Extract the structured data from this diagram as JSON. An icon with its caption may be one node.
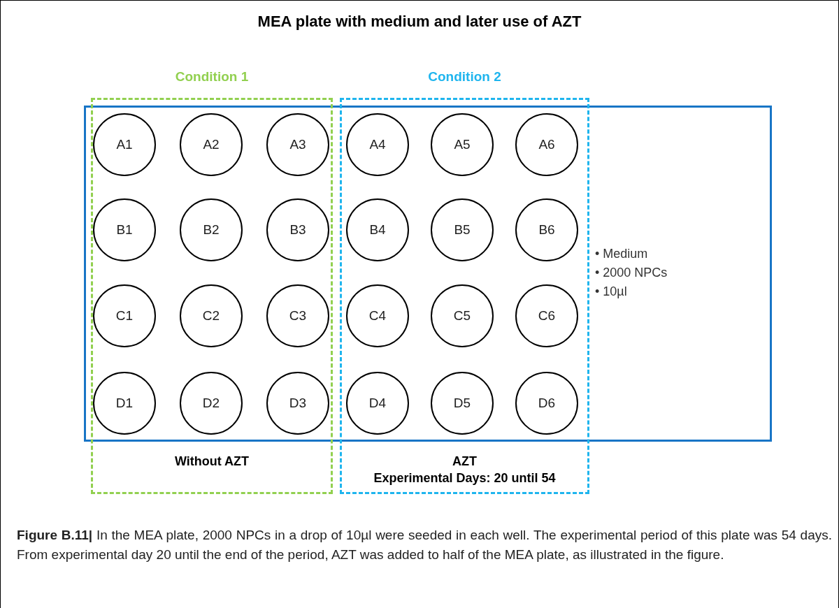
{
  "diagram": {
    "title": "MEA plate with medium and later use of AZT",
    "caption": "**Figure B.11|** In the MEA plate, 2000 NPCs in a drop of 10µl were seeded in each well. The experimental period of this plate was 54 days. From experimental day 20 until the end of the period, AZT was added to half of the MEA plate, as illustrated in the figure.",
    "nodes": [
      {
        "text": [
          "Condition 1",
          "Without AZT"
        ]
      },
      {
        "text": [
          "Condition 2",
          "AZT",
          "Experimental Days: 20 until 54"
        ]
      },
      {
        "text": [
          "• Medium",
          "• 2000 NPCs",
          "• 10µl"
        ]
      },
      {
        "text": [
          "A1"
        ],
        "in": 0
      },
      {
        "text": [
          "A2"
        ],
        "in": 0
      },
      {
        "text": [
          "A3"
        ],
        "in": 0
      },
      {
        "text": [
          "A4"
        ],
        "in": 1
      },
      {
        "text": [
          "A5"
        ],
        "in": 1
      },
      {
        "text": [
          "A6"
        ],
        "in": 1
      },
      {
        "text": [
          "B1"
        ],
        "in": 0
      },
      {
        "text": [
          "B2"
        ],
        "in": 0
      },
      {
        "text": [
          "B3"
        ],
        "in": 0
      },
      {
        "text": [
          "B4"
        ],
        "in": 1
      },
      {
        "text": [
          "B5"
        ],
        "in": 1
      },
      {
        "text": [
          "B6"
        ],
        "in": 1
      },
      {
        "text": [
          "C1"
        ],
        "in": 0
      },
      {
        "text": [
          "C2"
        ],
        "in": 0
      },
      {
        "text": [
          "C3"
        ],
        "in": 0
      },
      {
        "text": [
          "C4"
        ],
        "in": 1
      },
      {
        "text": [
          "C5"
        ],
        "in": 1
      },
      {
        "text": [
          "C6"
        ],
        "in": 1
      },
      {
        "text": [
          "D1"
        ],
        "in": 0
      },
      {
        "text": [
          "D2"
        ],
        "in": 0
      },
      {
        "text": [
          "D3"
        ],
        "in": 0
      },
      {
        "text": [
          "D4"
        ],
        "in": 1
      },
      {
        "text": [
          "D5"
        ],
        "in": 1
      },
      {
        "text": [
          "D6"
        ],
        "in": 1
      }
    ],
    "edges": []
  }
}
